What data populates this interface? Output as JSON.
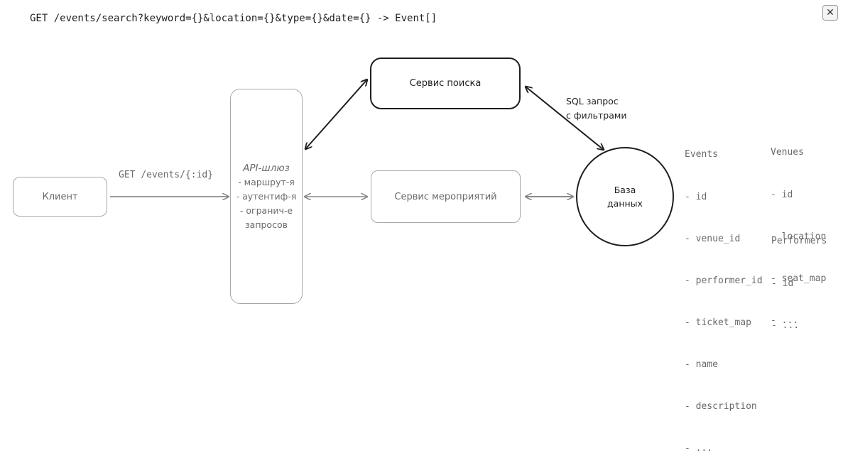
{
  "header": {
    "endpoint": "GET /events/search?keyword={}&location={}&type={}&date={} -> Event[]",
    "close_label": "✕"
  },
  "nodes": {
    "client": "Клиент",
    "gateway": {
      "title": "API-шлюз",
      "items": [
        "- маршрут-я",
        "- аутентиф-я",
        "- огранич-е",
        "запросов"
      ]
    },
    "search_service": "Сервис поиска",
    "events_service": "Сервис мероприятий",
    "database": {
      "line1": "База",
      "line2": "данных"
    }
  },
  "edges": {
    "client_to_gateway": "GET /events/{:id}",
    "search_to_db": {
      "line1": "SQL запрос",
      "line2": "с фильтрами"
    }
  },
  "schema": {
    "events": {
      "title": "Events",
      "fields": [
        "- id",
        "- venue_id",
        "- performer_id",
        "- ticket_map",
        "- name",
        "- description",
        "- ..."
      ]
    },
    "venues": {
      "title": "Venues",
      "fields": [
        "- id",
        "- location",
        "- seat_map",
        "- ..."
      ]
    },
    "performers": {
      "title": "Performers",
      "fields": [
        "- id",
        "- ..."
      ]
    }
  },
  "colors": {
    "dark_stroke": "#1e1e1e",
    "light_stroke": "#a8a8a8",
    "light_text": "#6a6a6a"
  }
}
